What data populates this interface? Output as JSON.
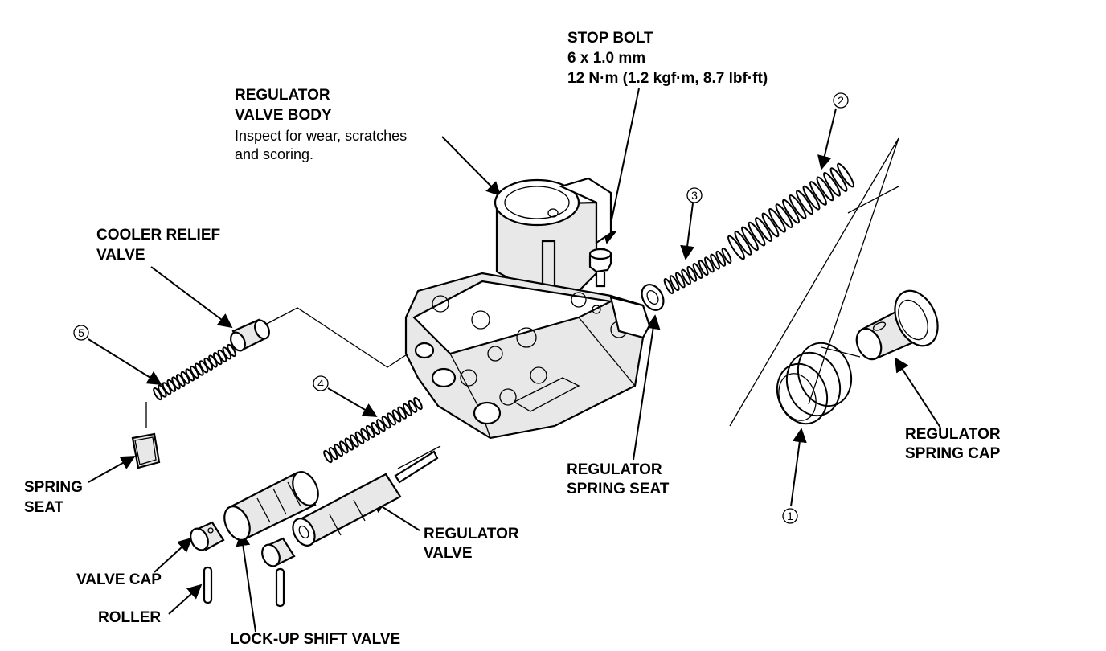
{
  "labels": {
    "stop_bolt": [
      "STOP BOLT",
      "6 x 1.0 mm",
      "12 N·m (1.2 kgf·m, 8.7 lbf·ft)"
    ],
    "regulator_valve_body": [
      "REGULATOR",
      "VALVE BODY"
    ],
    "regulator_valve_body_note": [
      "Inspect for wear, scratches",
      "and scoring."
    ],
    "cooler_relief_valve": [
      "COOLER RELIEF",
      "VALVE"
    ],
    "spring_seat": [
      "SPRING",
      "SEAT"
    ],
    "valve_cap": "VALVE CAP",
    "roller": "ROLLER",
    "lock_up_shift_valve": "LOCK-UP SHIFT VALVE",
    "regulator_valve": [
      "REGULATOR",
      "VALVE"
    ],
    "regulator_spring_seat": [
      "REGULATOR",
      "SPRING SEAT"
    ],
    "regulator_spring_cap": [
      "REGULATOR",
      "SPRING CAP"
    ]
  },
  "callouts": [
    "1",
    "2",
    "3",
    "4",
    "5"
  ]
}
